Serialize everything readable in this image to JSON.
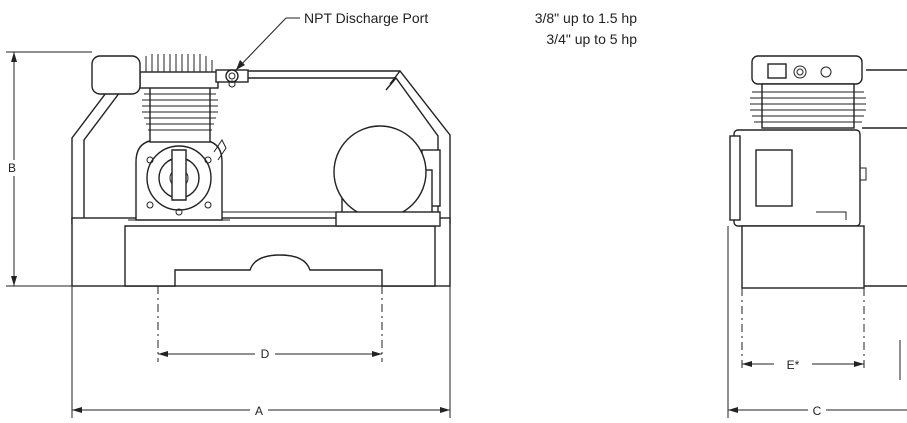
{
  "callout": {
    "port_label": "NPT Discharge Port",
    "size_small": "3/8\" up to 1.5 hp",
    "size_large": "3/4\" up to 5 hp"
  },
  "dimensions": {
    "a": "A",
    "b": "B",
    "c": "C",
    "d": "D",
    "e": "E*"
  },
  "colors": {
    "line": "#222222",
    "background": "#ffffff"
  }
}
